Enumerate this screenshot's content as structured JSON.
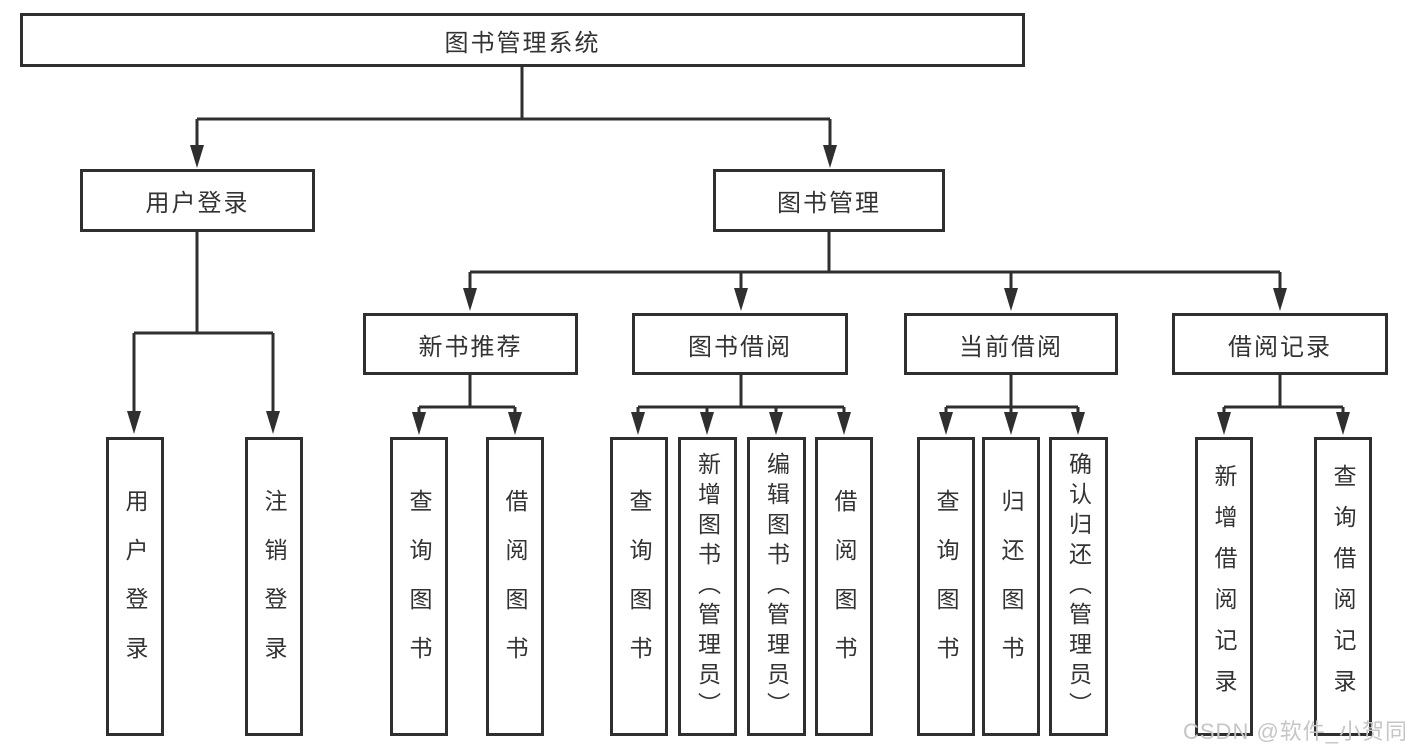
{
  "tree": {
    "root": {
      "label": "图书管理系统"
    },
    "login": {
      "label": "用户登录",
      "children": [
        {
          "label": "用户登录"
        },
        {
          "label": "注销登录"
        }
      ]
    },
    "mgmt": {
      "label": "图书管理",
      "children": [
        {
          "label": "新书推荐",
          "children": [
            {
              "label": "查询图书"
            },
            {
              "label": "借阅图书"
            }
          ]
        },
        {
          "label": "图书借阅",
          "children": [
            {
              "label": "查询图书"
            },
            {
              "label": "新增图书（管理员）"
            },
            {
              "label": "编辑图书（管理员）"
            },
            {
              "label": "借阅图书"
            }
          ]
        },
        {
          "label": "当前借阅",
          "children": [
            {
              "label": "查询图书"
            },
            {
              "label": "归还图书"
            },
            {
              "label": "确认归还（管理员）"
            }
          ]
        },
        {
          "label": "借阅记录",
          "children": [
            {
              "label": "新增借阅记录"
            },
            {
              "label": "查询借阅记录"
            }
          ]
        }
      ]
    }
  },
  "watermark": {
    "text": "CSDN @软件_小贺同学"
  },
  "colors": {
    "line": "#2f2f2f",
    "text": "#333333",
    "watermark": "#c6c6c6",
    "background": "#ffffff"
  }
}
